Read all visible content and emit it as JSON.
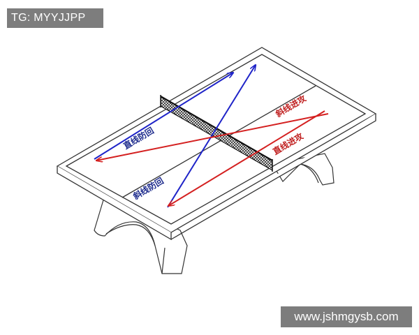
{
  "watermark_top": "TG: MYYJJPP",
  "watermark_bottom": "www.jshmgysb.com",
  "colors": {
    "blue_arrow": "#1f24c8",
    "red_arrow": "#d42020",
    "line_art": "#333333"
  },
  "labels": {
    "blue_straight": "直线防回",
    "blue_diagonal": "斜线防回",
    "red_diagonal": "斜线进攻",
    "red_straight": "直线进攻"
  }
}
